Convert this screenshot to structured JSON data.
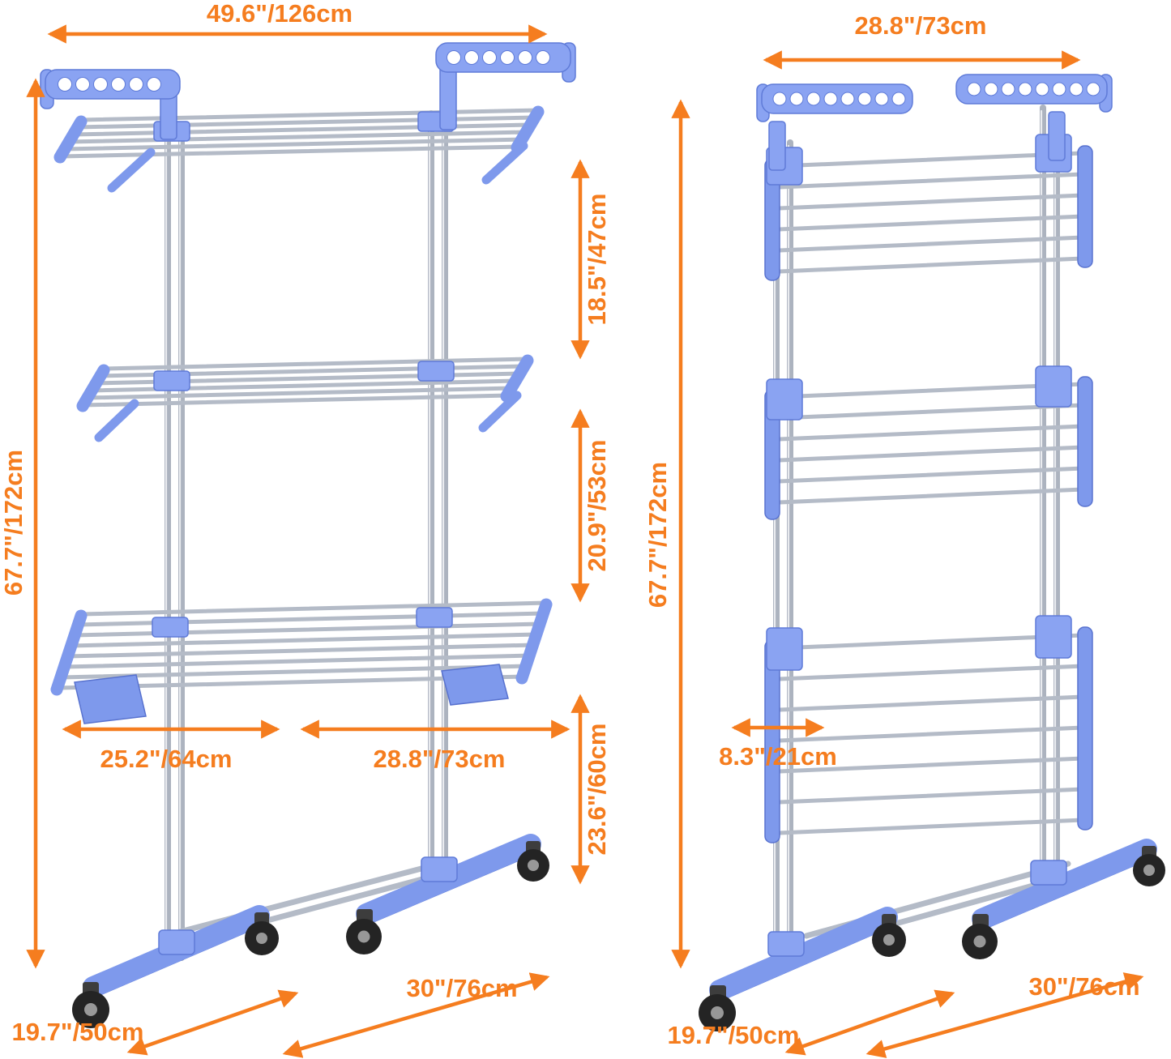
{
  "figure": {
    "type": "product-dimension-diagram",
    "subject": "3-tier rolling clothes drying rack, expanded view (left) and folded view (right)"
  },
  "colors": {
    "accent_orange": "#F57D1F",
    "rack_blue": "#7E99EC",
    "rod_silver": "#B4BBC7",
    "wheel_black": "#242424",
    "background": "#FFFFFF"
  },
  "left_rack": {
    "name": "expanded-drying-rack",
    "dimensions": {
      "top_width": "49.6\"/126cm",
      "height": "67.7\"/172cm",
      "gap_top": "18.5\"/47cm",
      "gap_middle": "20.9\"/53cm",
      "gap_bottom": "23.6\"/60cm",
      "wing_width": "25.2\"/64cm",
      "shelf_width": "28.8\"/73cm",
      "depth": "19.7\"/50cm",
      "base_width": "30\"/76cm"
    }
  },
  "right_rack": {
    "name": "folded-drying-rack",
    "dimensions": {
      "top_width": "28.8\"/73cm",
      "height": "67.7\"/172cm",
      "folded_depth": "8.3\"/21cm",
      "depth": "19.7\"/50cm",
      "base_width": "30\"/76cm"
    }
  }
}
